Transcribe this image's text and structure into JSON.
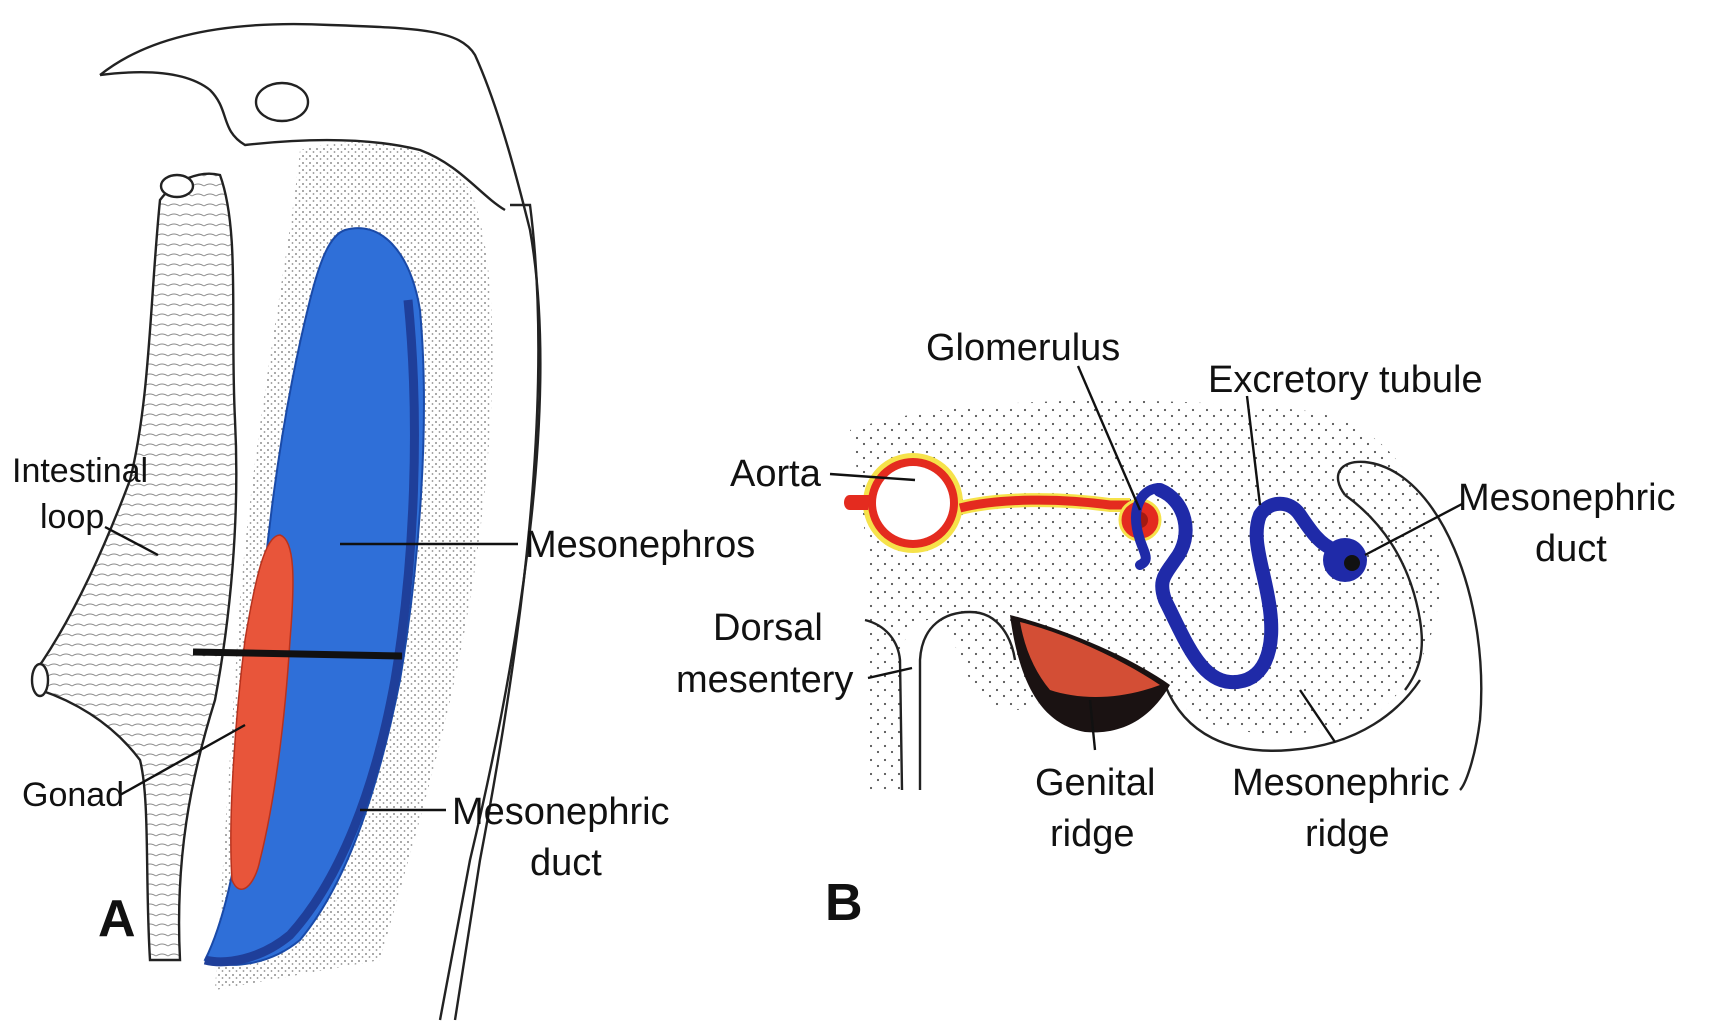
{
  "colors": {
    "mesonephros": "#2f6fd8",
    "gonad": "#e8553a",
    "tubule": "#1f2aa8",
    "aorta": "#e42b1f",
    "aorta_rim": "#f6e24a",
    "genital_ridge_dark": "#1a1212",
    "genital_ridge_red": "#e8553a"
  },
  "panel_a": {
    "letter": "A",
    "labels": {
      "intestinal_loop_1": "Intestinal",
      "intestinal_loop_2": "loop",
      "mesonephros": "Mesonephros",
      "gonad": "Gonad",
      "mesonephric_duct_1": "Mesonephric",
      "mesonephric_duct_2": "duct"
    }
  },
  "panel_b": {
    "letter": "B",
    "labels": {
      "glomerulus": "Glomerulus",
      "excretory_tubule": "Excretory tubule",
      "aorta": "Aorta",
      "mesonephric_duct_1": "Mesonephric",
      "mesonephric_duct_2": "duct",
      "dorsal_mesentery_1": "Dorsal",
      "dorsal_mesentery_2": "mesentery",
      "genital_ridge_1": "Genital",
      "genital_ridge_2": "ridge",
      "mesonephric_ridge_1": "Mesonephric",
      "mesonephric_ridge_2": "ridge"
    }
  }
}
